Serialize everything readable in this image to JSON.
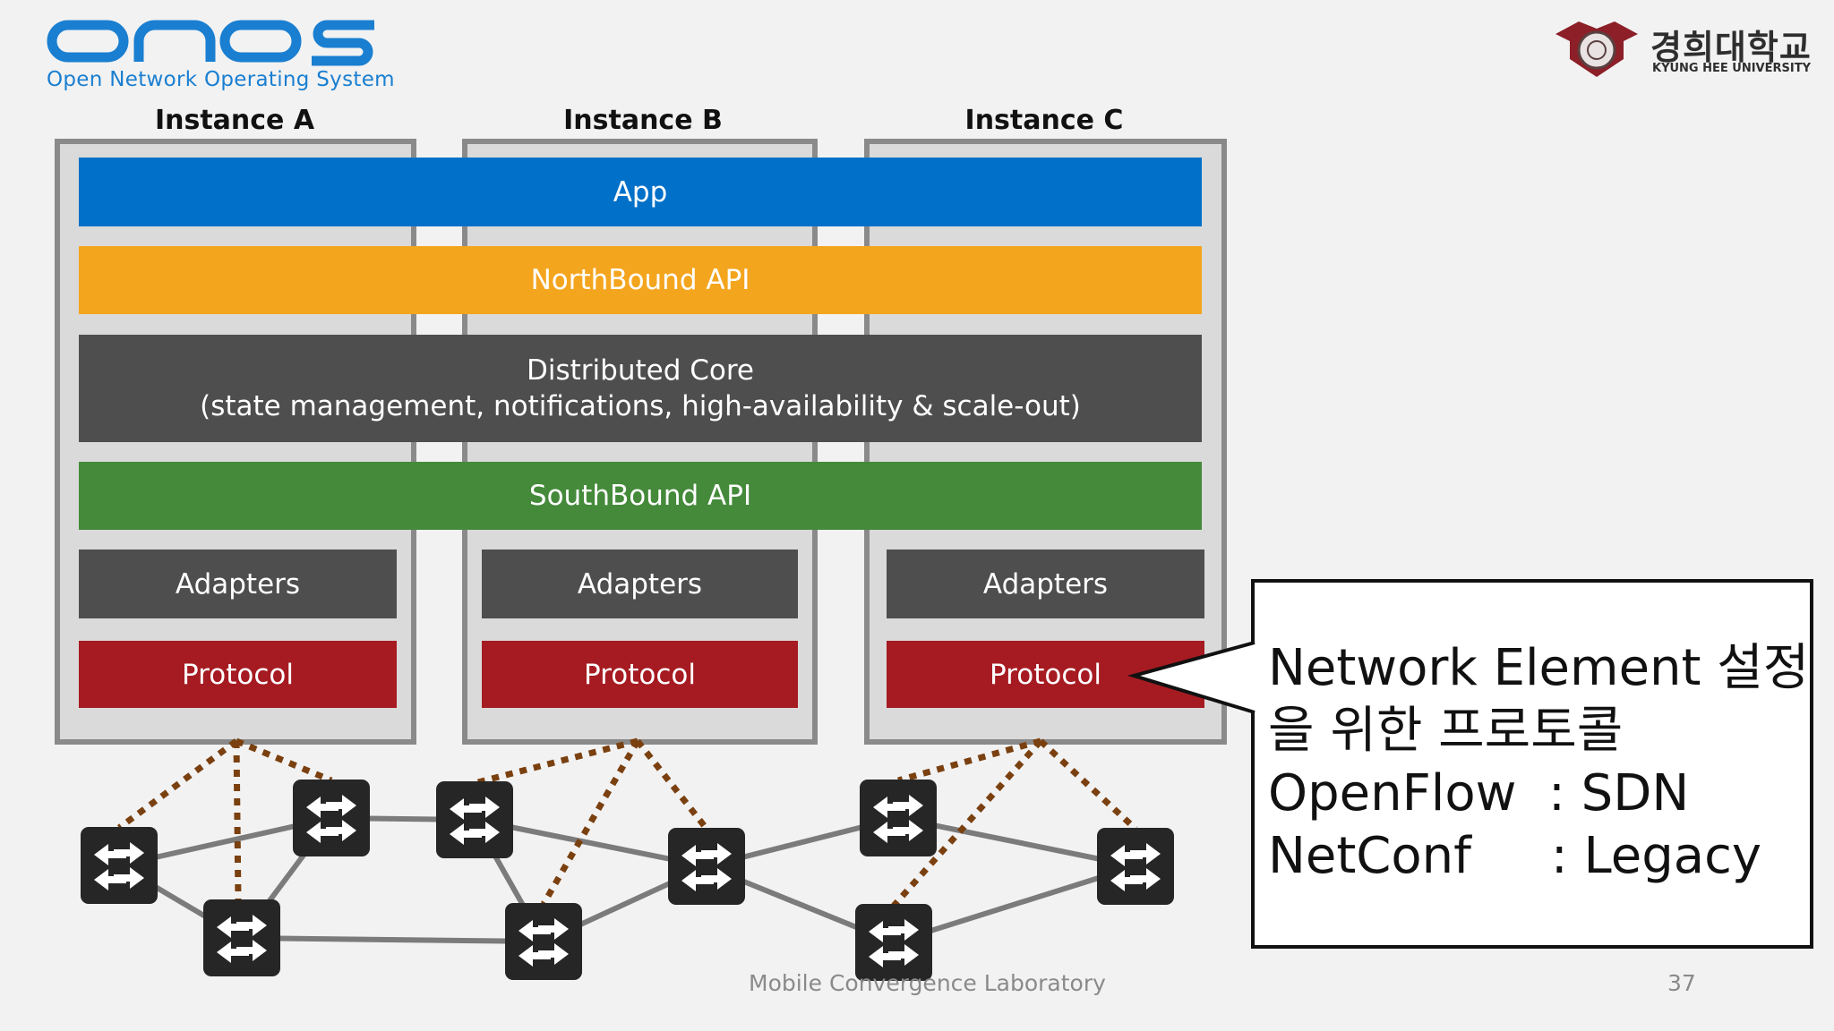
{
  "header": {
    "logo_word": "onos",
    "logo_subtitle": "Open Network Operating System",
    "university_kr": "경희대학교",
    "university_en": "KYUNG HEE UNIVERSITY"
  },
  "instances": [
    {
      "title": "Instance A",
      "adapter": "Adapters",
      "protocol": "Protocol"
    },
    {
      "title": "Instance B",
      "adapter": "Adapters",
      "protocol": "Protocol"
    },
    {
      "title": "Instance C",
      "adapter": "Adapters",
      "protocol": "Protocol"
    }
  ],
  "layers": {
    "app": "App",
    "northbound": "NorthBound API",
    "core_line1": "Distributed Core",
    "core_line2": "(state management, notifications, high-availability & scale-out)",
    "southbound": "SouthBound API"
  },
  "callout": {
    "line1": "Network Element 설정",
    "line2": "을 위한 프로토콜",
    "line3": "OpenFlow  : SDN",
    "line4": "NetConf     : Legacy"
  },
  "footer": {
    "lab": "Mobile Convergence Laboratory",
    "page": "37"
  },
  "colors": {
    "app": "#0070c8",
    "northbound": "#f4a51e",
    "core": "#4f4e4f",
    "southbound": "#448a3a",
    "protocol": "#a61b22",
    "logo_blue": "#1a7fd1"
  },
  "icons": [
    "switch-icon"
  ]
}
